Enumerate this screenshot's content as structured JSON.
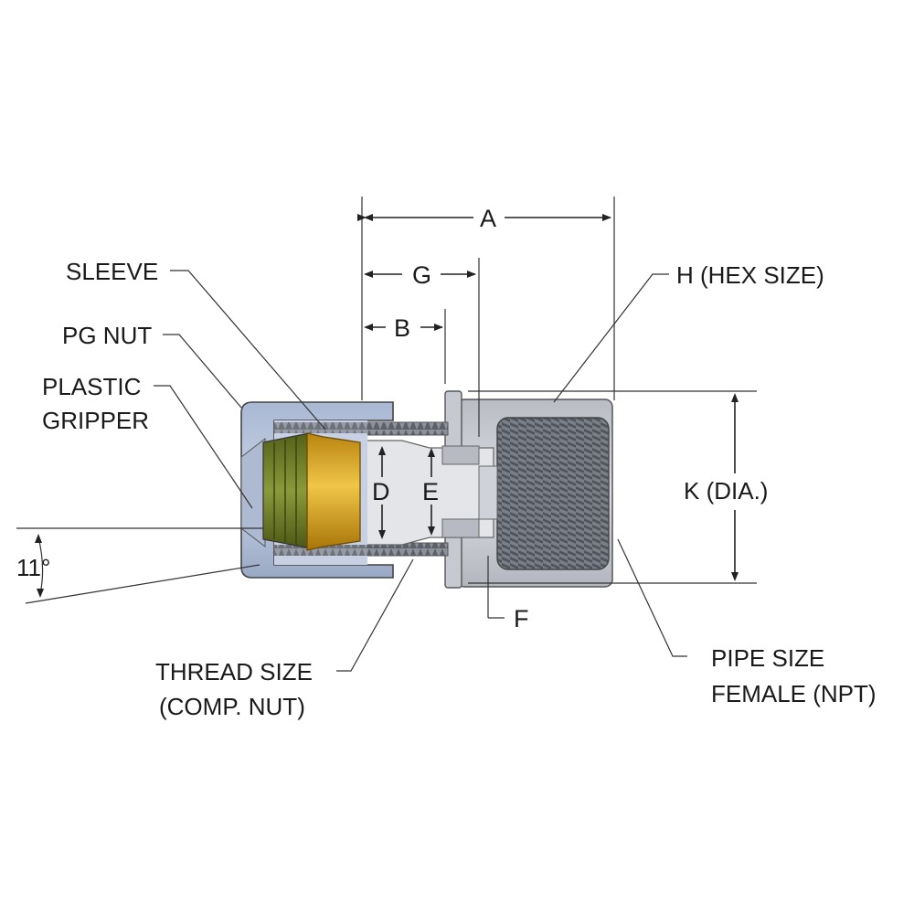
{
  "labels": {
    "sleeve": "SLEEVE",
    "pg_nut": "PG NUT",
    "plastic_gripper_line1": "PLASTIC",
    "plastic_gripper_line2": "GRIPPER",
    "thread_size_line1": "THREAD SIZE",
    "thread_size_line2": "(COMP. NUT)",
    "hex_size": "H (HEX SIZE)",
    "pipe_size_line1": "PIPE SIZE",
    "pipe_size_line2": "FEMALE (NPT)",
    "k_dia": "K (DIA.)",
    "angle": "11°"
  },
  "dimensions": {
    "a": "A",
    "g": "G",
    "b": "B",
    "d": "D",
    "e": "E",
    "f": "F"
  },
  "colors": {
    "nut_blue": "#b9c6dc",
    "body_gray": "#c9ccd3",
    "thread_dark": "#5f636b",
    "gripper_green": "#6f7d2a",
    "sleeve_brass": "#d9a21b",
    "bore_light": "#e4e6ea"
  }
}
